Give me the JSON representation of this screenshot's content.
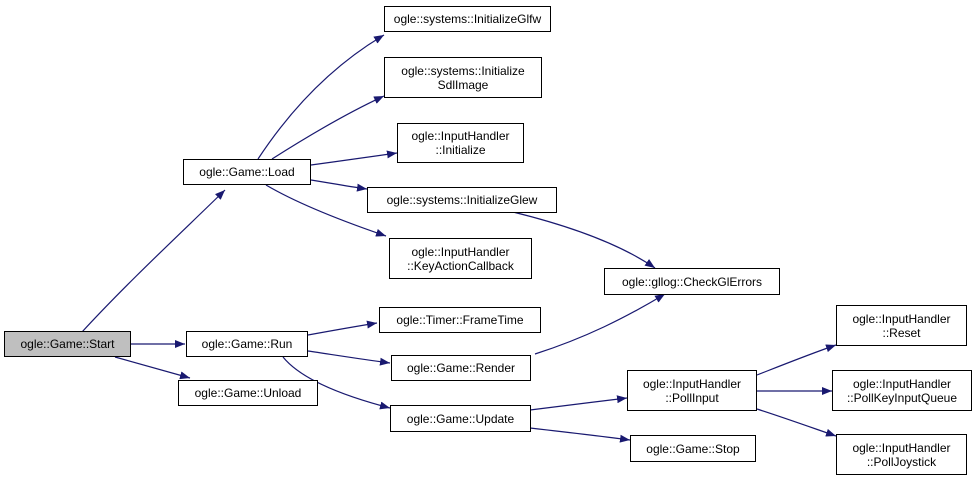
{
  "colors": {
    "edge": "#191970",
    "root_fill": "#bfbfbf",
    "node_fill": "#ffffff",
    "border": "#000000"
  },
  "nodes": {
    "start": {
      "lines": [
        "ogle::Game::Start"
      ]
    },
    "load": {
      "lines": [
        "ogle::Game::Load"
      ]
    },
    "run": {
      "lines": [
        "ogle::Game::Run"
      ]
    },
    "unload": {
      "lines": [
        "ogle::Game::Unload"
      ]
    },
    "init_glfw": {
      "lines": [
        "ogle::systems::InitializeGlfw"
      ]
    },
    "init_sdl": {
      "lines": [
        "ogle::systems::Initialize",
        "SdlImage"
      ]
    },
    "ih_init": {
      "lines": [
        "ogle::InputHandler",
        "::Initialize"
      ]
    },
    "init_glew": {
      "lines": [
        "ogle::systems::InitializeGlew"
      ]
    },
    "keyaction": {
      "lines": [
        "ogle::InputHandler",
        "::KeyActionCallback"
      ]
    },
    "checkgl": {
      "lines": [
        "ogle::gllog::CheckGlErrors"
      ]
    },
    "frametime": {
      "lines": [
        "ogle::Timer::FrameTime"
      ]
    },
    "render": {
      "lines": [
        "ogle::Game::Render"
      ]
    },
    "update": {
      "lines": [
        "ogle::Game::Update"
      ]
    },
    "pollinput": {
      "lines": [
        "ogle::InputHandler",
        "::PollInput"
      ]
    },
    "stop": {
      "lines": [
        "ogle::Game::Stop"
      ]
    },
    "reset": {
      "lines": [
        "ogle::InputHandler",
        "::Reset"
      ]
    },
    "pollkey": {
      "lines": [
        "ogle::InputHandler",
        "::PollKeyInputQueue"
      ]
    },
    "polljoy": {
      "lines": [
        "ogle::InputHandler",
        "::PollJoystick"
      ]
    }
  },
  "edges": [
    [
      "start",
      "load"
    ],
    [
      "start",
      "run"
    ],
    [
      "start",
      "unload"
    ],
    [
      "load",
      "init_glfw"
    ],
    [
      "load",
      "init_sdl"
    ],
    [
      "load",
      "ih_init"
    ],
    [
      "load",
      "init_glew"
    ],
    [
      "load",
      "keyaction"
    ],
    [
      "init_glew",
      "checkgl"
    ],
    [
      "run",
      "frametime"
    ],
    [
      "run",
      "render"
    ],
    [
      "run",
      "update"
    ],
    [
      "render",
      "checkgl"
    ],
    [
      "update",
      "pollinput"
    ],
    [
      "update",
      "stop"
    ],
    [
      "pollinput",
      "reset"
    ],
    [
      "pollinput",
      "pollkey"
    ],
    [
      "pollinput",
      "polljoy"
    ]
  ]
}
